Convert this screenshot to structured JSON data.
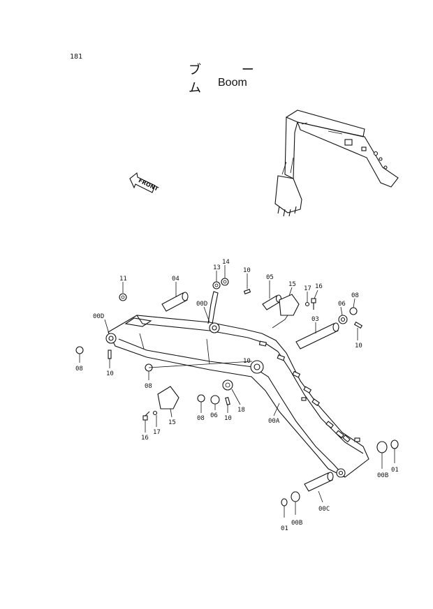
{
  "header": {
    "page_number": "181",
    "title_jp": "ブ ー ム",
    "title_en": "Boom"
  },
  "front_arrow": "FRONT",
  "callouts": [
    {
      "id": "11",
      "text": "11"
    },
    {
      "id": "04",
      "text": "04"
    },
    {
      "id": "13",
      "text": "13"
    },
    {
      "id": "14",
      "text": "14"
    },
    {
      "id": "10a",
      "text": "10"
    },
    {
      "id": "05",
      "text": "05"
    },
    {
      "id": "15a",
      "text": "15"
    },
    {
      "id": "17a",
      "text": "17"
    },
    {
      "id": "16a",
      "text": "16"
    },
    {
      "id": "08a",
      "text": "08"
    },
    {
      "id": "00Da",
      "text": "00D"
    },
    {
      "id": "00Db",
      "text": "00D"
    },
    {
      "id": "06a",
      "text": "06"
    },
    {
      "id": "03",
      "text": "03"
    },
    {
      "id": "08b",
      "text": "08"
    },
    {
      "id": "10b",
      "text": "10"
    },
    {
      "id": "10c",
      "text": "10"
    },
    {
      "id": "08c",
      "text": "08"
    },
    {
      "id": "16b",
      "text": "16"
    },
    {
      "id": "17b",
      "text": "17"
    },
    {
      "id": "15b",
      "text": "15"
    },
    {
      "id": "08d",
      "text": "08"
    },
    {
      "id": "06b",
      "text": "06"
    },
    {
      "id": "10d",
      "text": "10"
    },
    {
      "id": "18",
      "text": "18"
    },
    {
      "id": "00A",
      "text": "00A"
    },
    {
      "id": "10e",
      "text": "10"
    },
    {
      "id": "00Ba",
      "text": "00B"
    },
    {
      "id": "01a",
      "text": "01"
    },
    {
      "id": "00C",
      "text": "00C"
    },
    {
      "id": "01b",
      "text": "01"
    },
    {
      "id": "00Bb",
      "text": "00B"
    }
  ]
}
